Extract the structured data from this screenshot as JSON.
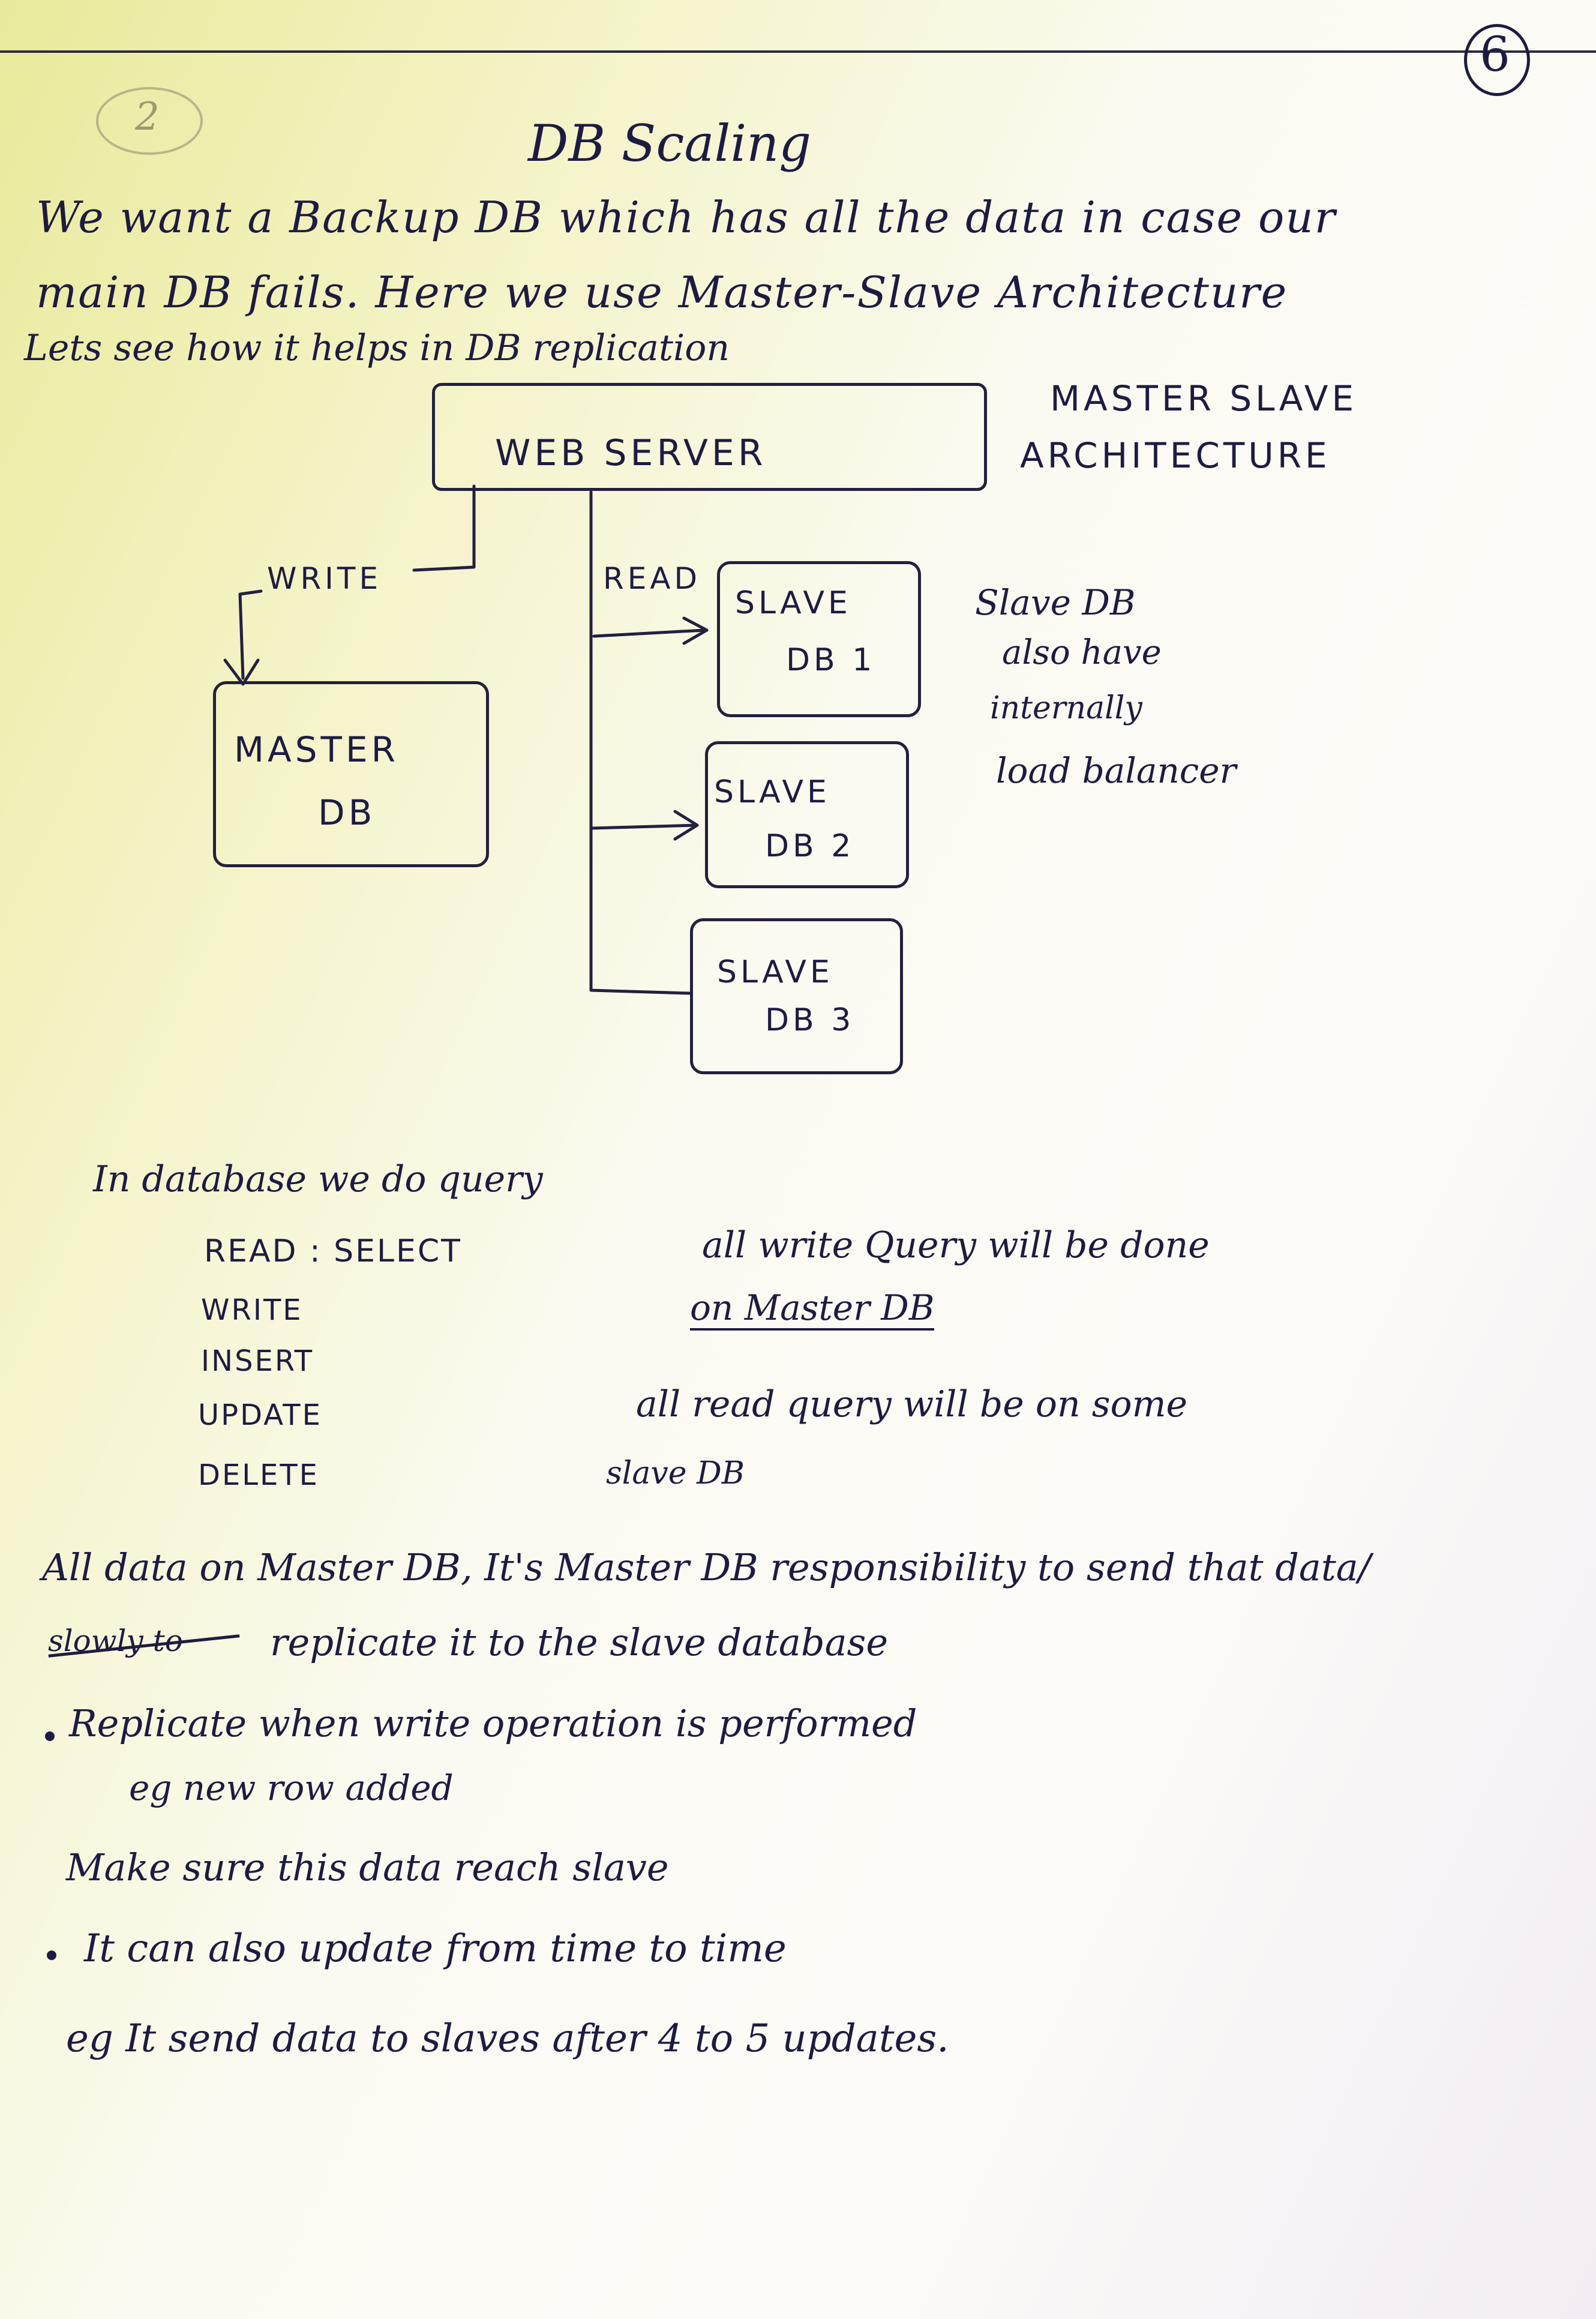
{
  "page_number": "6",
  "corner_mark": "2",
  "title": "DB Scaling",
  "intro": {
    "line1": "We want a Backup DB which has all the data in case our",
    "line2": "main DB fails. Here we use Master-Slave Architecture",
    "line3": "Lets see how it helps in DB replication"
  },
  "diagram": {
    "web_server": "WEB SERVER",
    "side_title_1": "MASTER SLAVE",
    "side_title_2": "ARCHITECTURE",
    "write_label": "WRITE",
    "read_label": "READ",
    "master_db_1": "MASTER",
    "master_db_2": "DB",
    "slave1_1": "SLAVE",
    "slave1_2": "DB 1",
    "slave2_1": "SLAVE",
    "slave2_2": "DB 2",
    "slave3_1": "SLAVE",
    "slave3_2": "DB 3",
    "note_1": "Slave DB",
    "note_2": "also have",
    "note_3": "internally",
    "note_4": "load balancer"
  },
  "queries": {
    "intro": "In database we do query",
    "read": "READ : SELECT",
    "write": "WRITE",
    "insert": "INSERT",
    "update": "UPDATE",
    "delete": "DELETE",
    "write_note_1": "all write Query will be done",
    "write_note_2": "on Master DB",
    "read_note_1": "all read query will be on some",
    "read_note_2": "slave DB"
  },
  "replication": {
    "line1": "All data on Master DB, It's Master DB responsibility to send that data/",
    "line2_struck": "slowly to",
    "line2": "replicate it to the slave database",
    "bullet1_1": "Replicate when write operation is performed",
    "bullet1_2": "eg new row added",
    "line3": "Make sure this data reach slave",
    "bullet2_1": "It can also update from time to time",
    "bullet2_2": "eg It send data to slaves after 4 to 5 updates."
  }
}
